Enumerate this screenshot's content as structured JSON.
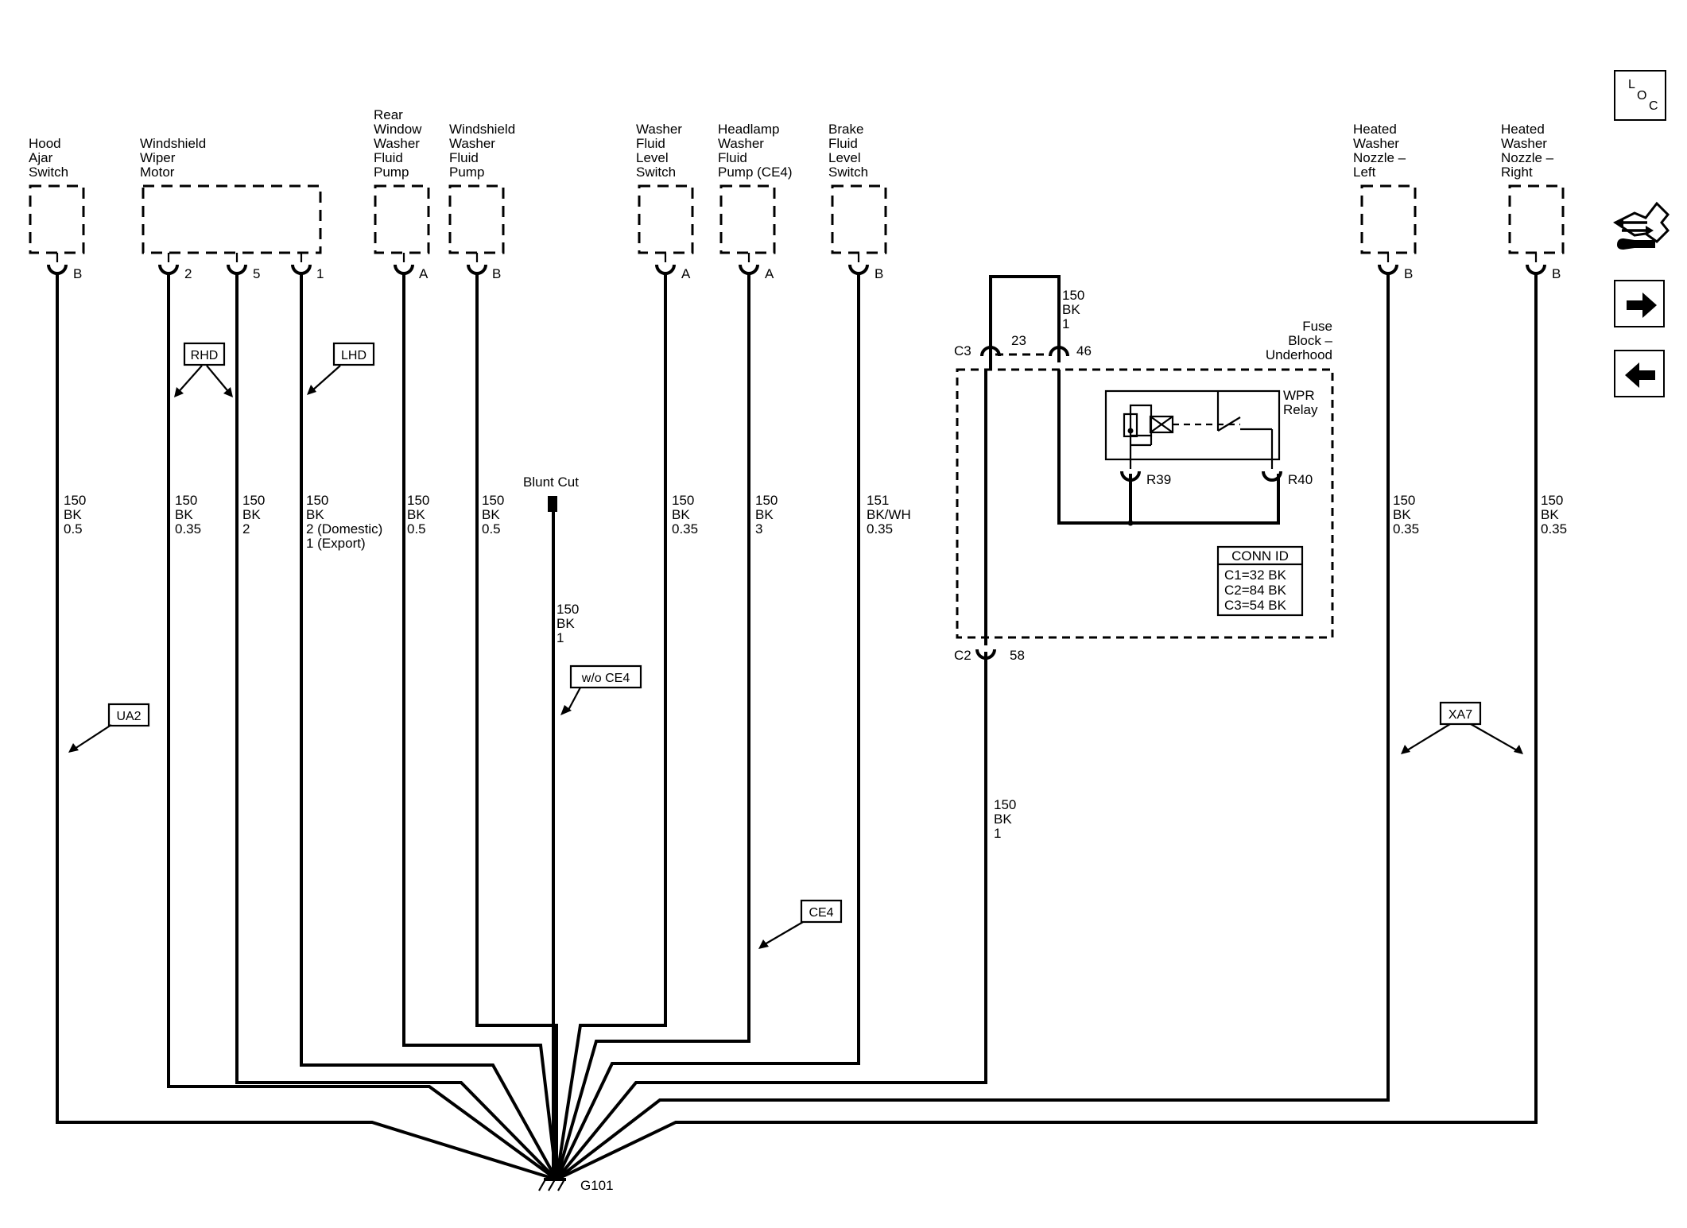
{
  "components": [
    {
      "id": "hood",
      "lines": [
        "Hood",
        "Ajar",
        "Switch"
      ],
      "pins": [
        "B"
      ]
    },
    {
      "id": "wiper",
      "lines": [
        "Windshield",
        "Wiper",
        "Motor"
      ],
      "pins": [
        "2",
        "5",
        "1"
      ]
    },
    {
      "id": "rear-pump",
      "lines": [
        "Rear",
        "Window",
        "Washer",
        "Fluid",
        "Pump"
      ],
      "pins": [
        "A"
      ]
    },
    {
      "id": "ws-pump",
      "lines": [
        "Windshield",
        "Washer",
        "Fluid",
        "Pump"
      ],
      "pins": [
        "B"
      ]
    },
    {
      "id": "level-switch",
      "lines": [
        "Washer",
        "Fluid",
        "Level",
        "Switch"
      ],
      "pins": [
        "A"
      ]
    },
    {
      "id": "headlamp-pump",
      "lines": [
        "Headlamp",
        "Washer",
        "Fluid",
        "Pump (CE4)"
      ],
      "pins": [
        "A"
      ]
    },
    {
      "id": "brake-switch",
      "lines": [
        "Brake",
        "Fluid",
        "Level",
        "Switch"
      ],
      "pins": [
        "B"
      ]
    },
    {
      "id": "nozzle-left",
      "lines": [
        "Heated",
        "Washer",
        "Nozzle –",
        "Left"
      ],
      "pins": [
        "B"
      ]
    },
    {
      "id": "nozzle-right",
      "lines": [
        "Heated",
        "Washer",
        "Nozzle –",
        "Right"
      ],
      "pins": [
        "B"
      ]
    }
  ],
  "wire_labels": [
    {
      "id": "hood",
      "lines": [
        "150",
        "BK",
        "0.5"
      ]
    },
    {
      "id": "w2",
      "lines": [
        "150",
        "BK",
        "0.35"
      ]
    },
    {
      "id": "w5",
      "lines": [
        "150",
        "BK",
        "2"
      ]
    },
    {
      "id": "w1",
      "lines": [
        "150",
        "BK",
        "2 (Domestic)",
        "1 (Export)"
      ]
    },
    {
      "id": "rear",
      "lines": [
        "150",
        "BK",
        "0.5"
      ]
    },
    {
      "id": "ws",
      "lines": [
        "150",
        "BK",
        "0.5"
      ]
    },
    {
      "id": "blunt",
      "lines": [
        "150",
        "BK",
        "1"
      ]
    },
    {
      "id": "level",
      "lines": [
        "150",
        "BK",
        "0.35"
      ]
    },
    {
      "id": "headlamp",
      "lines": [
        "150",
        "BK",
        "3"
      ]
    },
    {
      "id": "brake",
      "lines": [
        "151",
        "BK/WH",
        "0.35"
      ]
    },
    {
      "id": "fuse",
      "lines": [
        "150",
        "BK",
        "1"
      ]
    },
    {
      "id": "relay",
      "lines": [
        "150",
        "BK",
        "1"
      ]
    },
    {
      "id": "nl",
      "lines": [
        "150",
        "BK",
        "0.35"
      ]
    },
    {
      "id": "nr",
      "lines": [
        "150",
        "BK",
        "0.35"
      ]
    }
  ],
  "option_tags": {
    "rhd": "RHD",
    "lhd": "LHD",
    "ua2": "UA2",
    "wo_ce4": "w/o CE4",
    "ce4": "CE4",
    "xa7": "XA7"
  },
  "blunt_cut": "Blunt Cut",
  "fuse_block": {
    "lines": [
      "Fuse",
      "Block –",
      "Underhood"
    ],
    "c3": "C3",
    "c3_pin_a": "23",
    "c3_pin_b": "46",
    "c2": "C2",
    "c2_pin": "58",
    "relay_lines": [
      "WPR",
      "Relay"
    ],
    "r39": "R39",
    "r40": "R40",
    "conn_id_title": "CONN ID",
    "conn_ids": [
      "C1=32 BK",
      "C2=84 BK",
      "C3=54 BK"
    ]
  },
  "ground": "G101",
  "nav": {
    "loc_letters": [
      "L",
      "O",
      "C"
    ],
    "service_icon": "service-info-icon",
    "next_icon": "arrow-right-icon",
    "prev_icon": "arrow-left-icon"
  }
}
